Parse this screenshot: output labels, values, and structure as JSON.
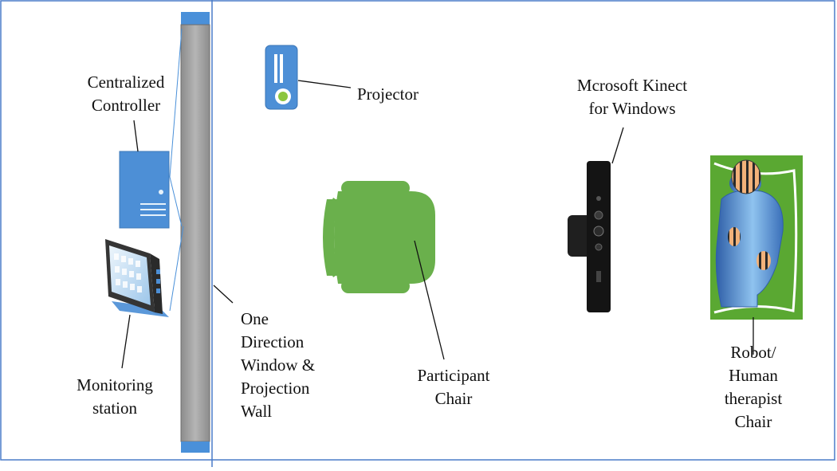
{
  "labels": {
    "controller": [
      "Centralized",
      "Controller"
    ],
    "projector": "Projector",
    "kinect": [
      "Mcrosoft Kinect",
      "for Windows"
    ],
    "monitoring": [
      "Monitoring",
      "station"
    ],
    "wall": [
      "One",
      "Direction",
      "Window &",
      "Projection",
      "Wall"
    ],
    "chair": [
      "Participant",
      "Chair"
    ],
    "robot": [
      "Robot/",
      "Human",
      "therapist",
      "Chair"
    ]
  },
  "colors": {
    "border": "#4a7cc9",
    "device_blue": "#4d8fd6",
    "wall_gray": "#a6a6a6",
    "wall_cap": "#4a90d9",
    "chair_green": "#6ab04c",
    "mat_green": "#5aa832",
    "kinect_black": "#141414"
  }
}
